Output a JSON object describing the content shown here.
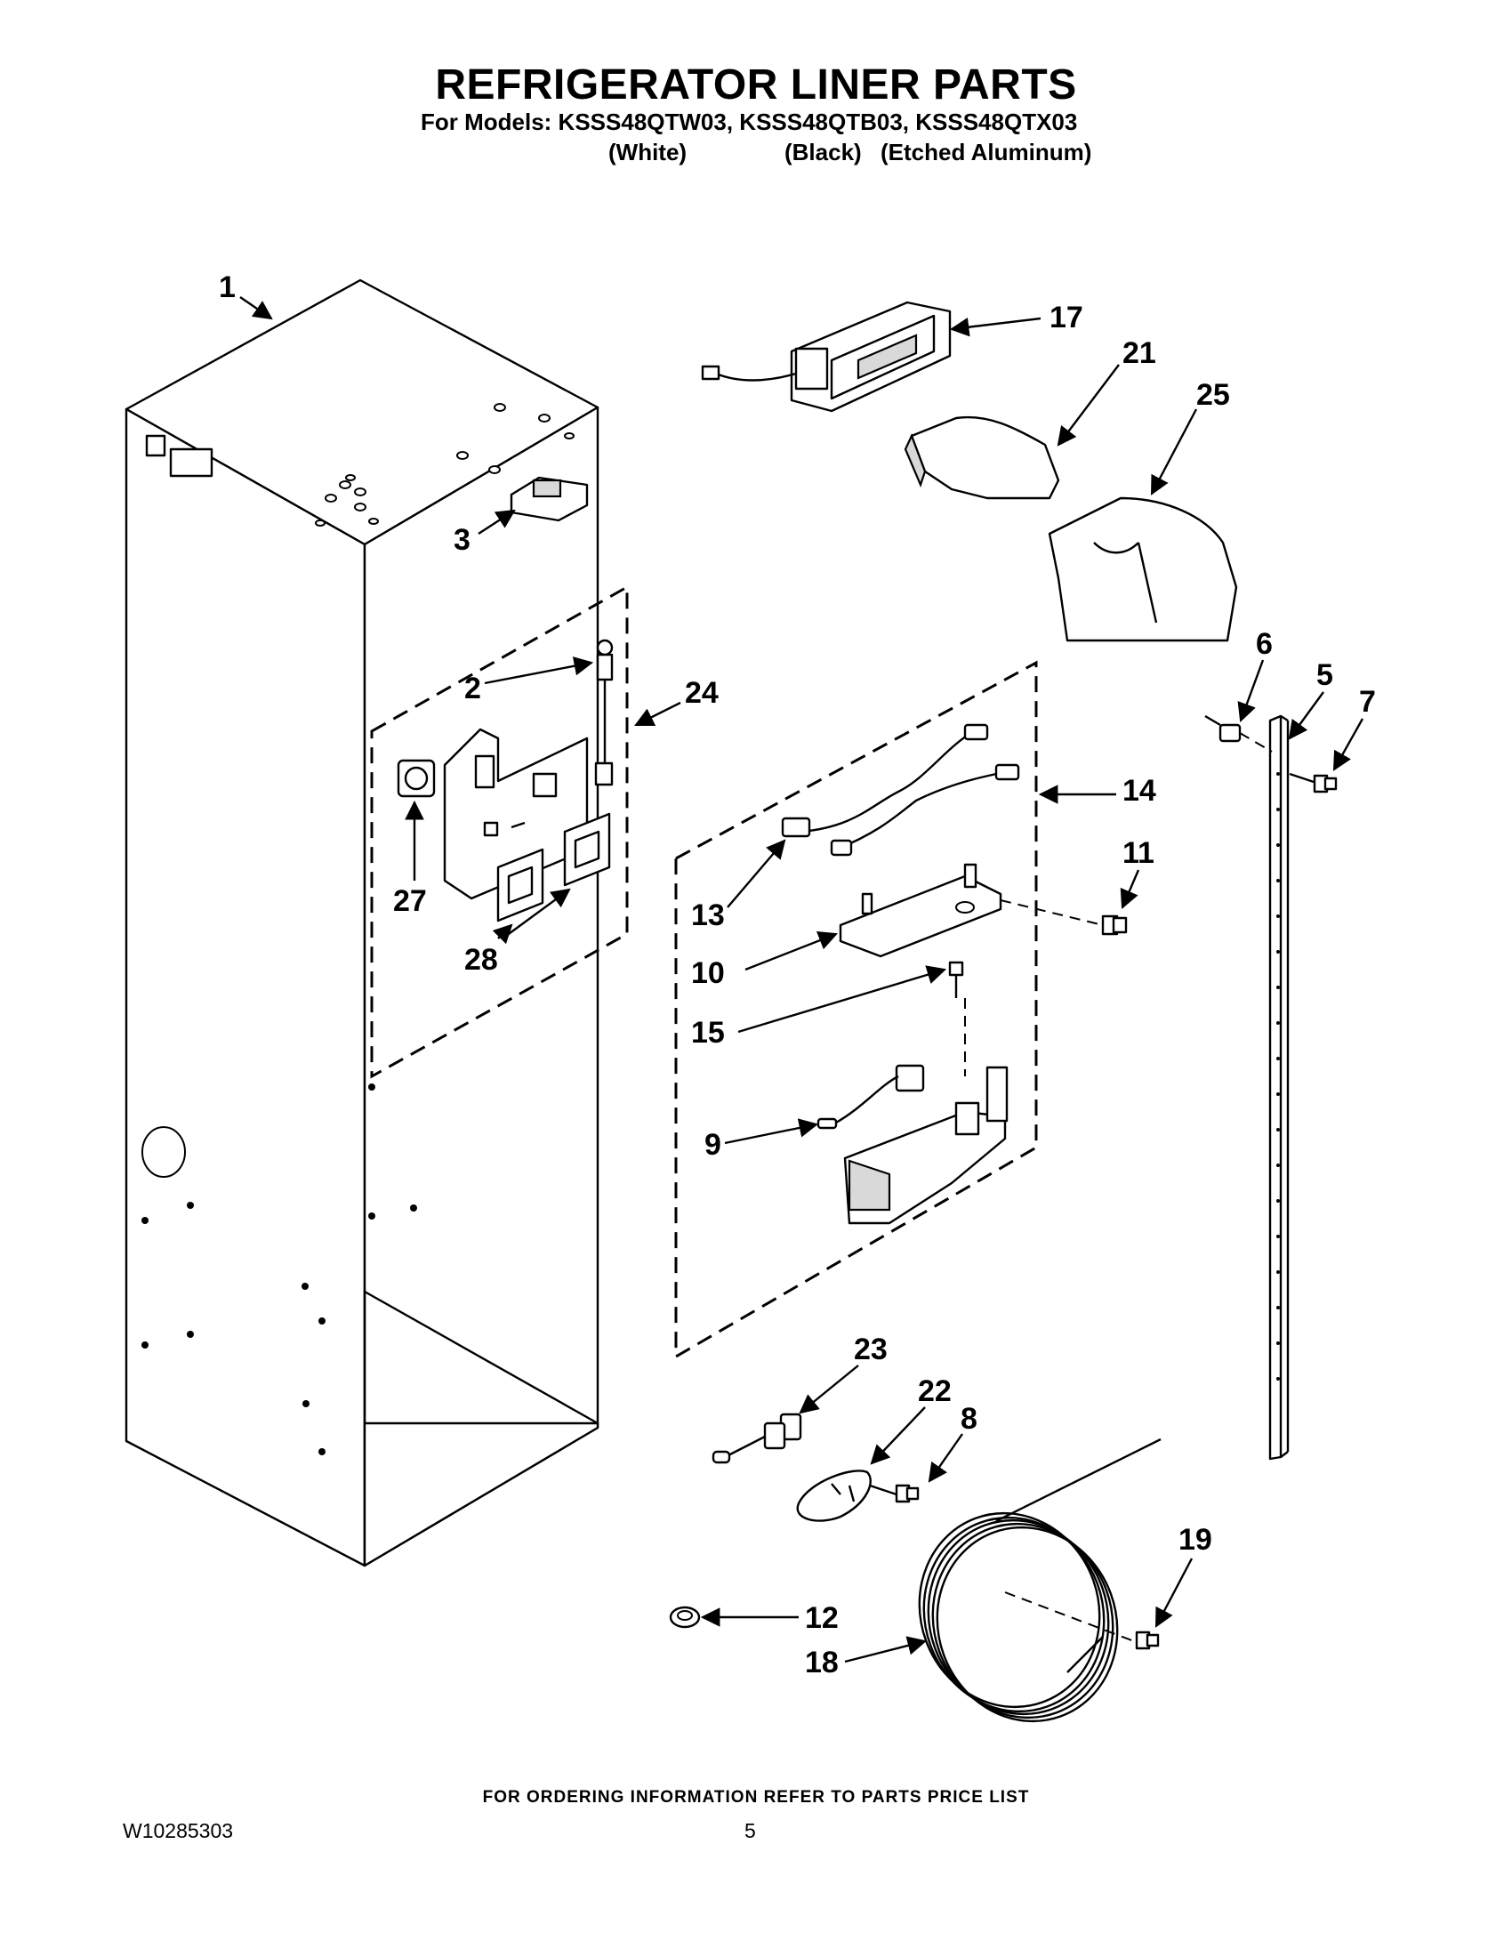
{
  "header": {
    "title": "REFRIGERATOR LINER PARTS",
    "models_line": "For Models: KSSS48QTW03, KSSS48QTB03, KSSS48QTX03",
    "finish_white": "(White)",
    "finish_black": "(Black)",
    "finish_aluminum": "(Etched Aluminum)"
  },
  "callouts": {
    "p1": "1",
    "p2": "2",
    "p3": "3",
    "p5": "5",
    "p6": "6",
    "p7": "7",
    "p8": "8",
    "p9": "9",
    "p10": "10",
    "p11": "11",
    "p12": "12",
    "p13": "13",
    "p14": "14",
    "p15": "15",
    "p17": "17",
    "p18": "18",
    "p19": "19",
    "p21": "21",
    "p22": "22",
    "p23": "23",
    "p24": "24",
    "p25": "25",
    "p27": "27",
    "p28": "28"
  },
  "footer": {
    "ordering_note": "FOR ORDERING INFORMATION REFER TO PARTS PRICE LIST",
    "document_number": "W10285303",
    "page_number": "5"
  }
}
